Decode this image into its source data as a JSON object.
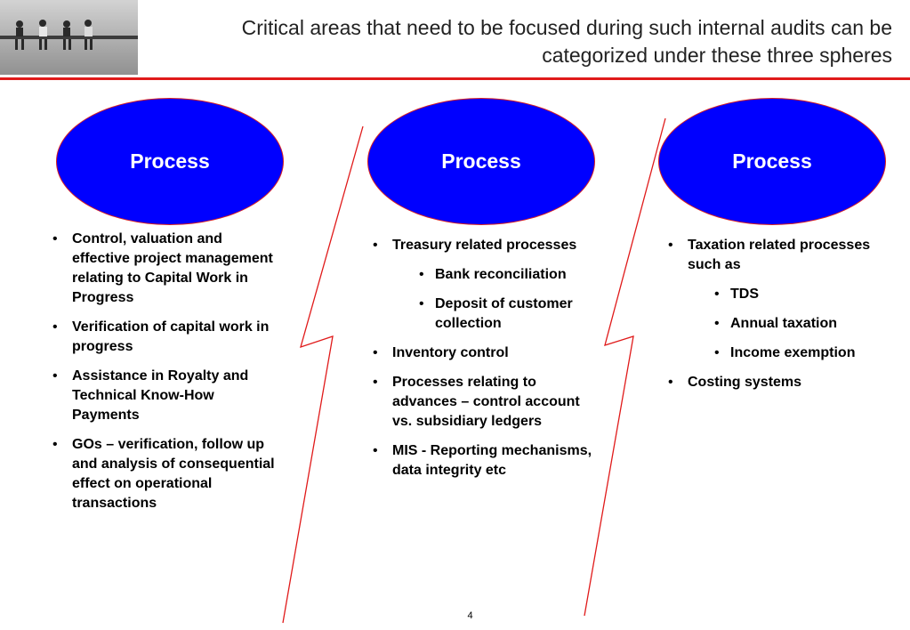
{
  "header": {
    "title_line1": "Critical areas that need to be focused during such internal audits can be",
    "title_line2": "categorized under these three spheres"
  },
  "colors": {
    "accent_red": "#e01a1a",
    "ellipse_blue": "#0000ff"
  },
  "spheres": [
    {
      "label": "Process",
      "items": [
        {
          "text": "Control,  valuation and effective project management relating to Capital Work in Progress"
        },
        {
          "text": "Verification of capital work in progress"
        },
        {
          "text": "Assistance in Royalty and Technical Know-How Payments"
        },
        {
          "text": "GOs – verification, follow up and analysis of consequential effect on operational transactions"
        }
      ]
    },
    {
      "label": "Process",
      "items": [
        {
          "text": "Treasury related processes"
        },
        {
          "text": "Bank reconciliation",
          "sub": true
        },
        {
          "text": "Deposit of customer collection",
          "sub": true
        },
        {
          "text": "Inventory control"
        },
        {
          "text": "Processes relating to advances – control account vs. subsidiary ledgers"
        },
        {
          "text": "MIS -  Reporting mechanisms, data integrity etc"
        }
      ]
    },
    {
      "label": "Process",
      "items": [
        {
          "text": "Taxation related processes such as"
        },
        {
          "text": "TDS",
          "sub": true
        },
        {
          "text": "Annual taxation",
          "sub": true
        },
        {
          "text": "Income exemption",
          "sub": true
        },
        {
          "text": "Costing systems"
        }
      ]
    }
  ],
  "footer": {
    "page_number": "4"
  }
}
